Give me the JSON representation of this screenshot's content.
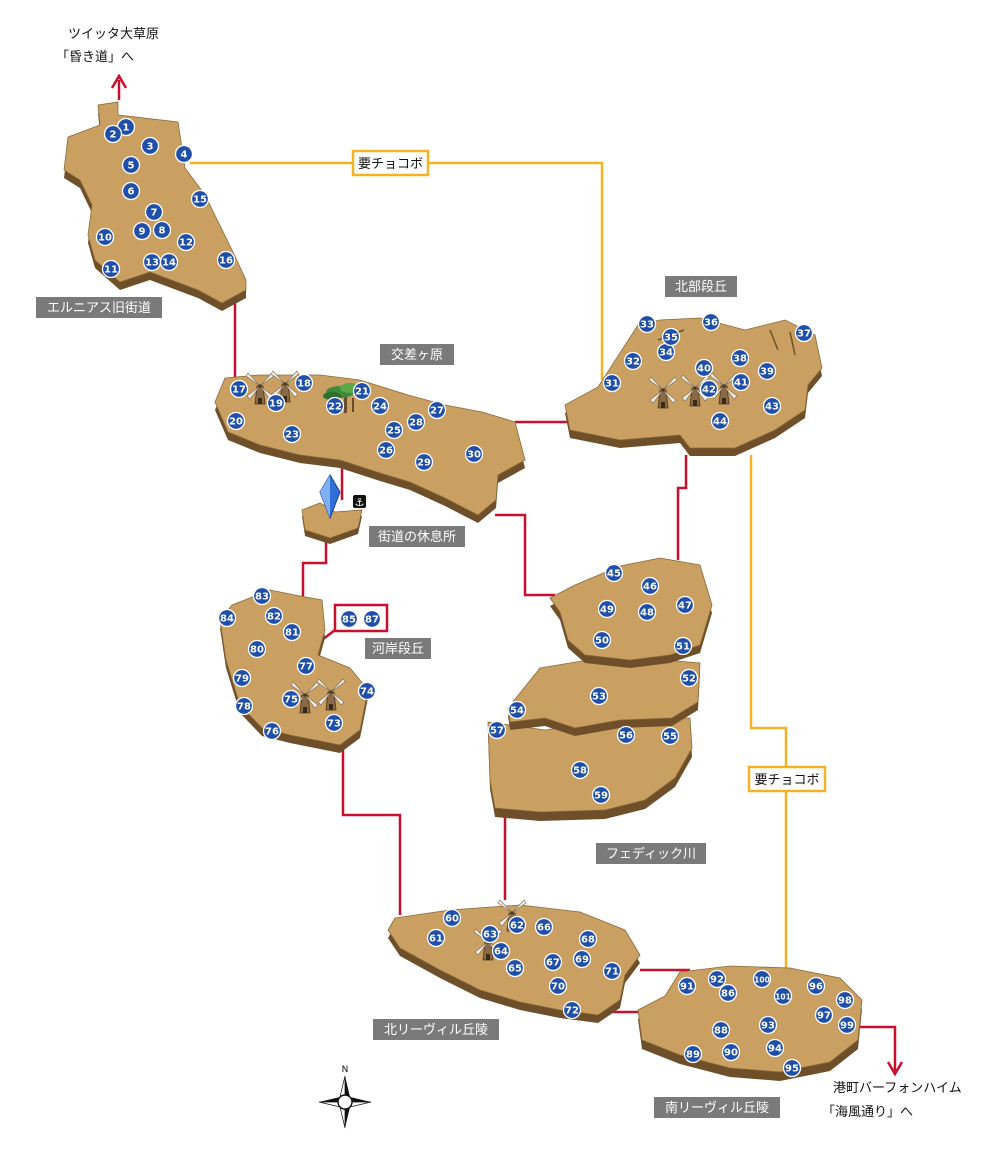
{
  "exits": {
    "north": {
      "line1": "ツイッタ大草原",
      "line2": "「昏き道」へ"
    },
    "southeast": {
      "line1": "港町バーフォンハイム",
      "line2": "「海風通り」へ"
    }
  },
  "chocobo_label": "要チョコボ",
  "regions": {
    "elnias": "エルニアス旧街道",
    "kousa": "交差ヶ原",
    "hokubu": "北部段丘",
    "kaidou": "街道の休息所",
    "kagan": "河岸段丘",
    "fedick": "フェディック川",
    "kitariveal": "北リーヴィル丘陵",
    "minamiriveal": "南リーヴィル丘陵"
  },
  "markers": [
    {
      "n": "1"
    },
    {
      "n": "2"
    },
    {
      "n": "3"
    },
    {
      "n": "4"
    },
    {
      "n": "5"
    },
    {
      "n": "6"
    },
    {
      "n": "7"
    },
    {
      "n": "8"
    },
    {
      "n": "9"
    },
    {
      "n": "10"
    },
    {
      "n": "11"
    },
    {
      "n": "12"
    },
    {
      "n": "13"
    },
    {
      "n": "14"
    },
    {
      "n": "15"
    },
    {
      "n": "16"
    },
    {
      "n": "17"
    },
    {
      "n": "18"
    },
    {
      "n": "19"
    },
    {
      "n": "20"
    },
    {
      "n": "21"
    },
    {
      "n": "22"
    },
    {
      "n": "23"
    },
    {
      "n": "24"
    },
    {
      "n": "25"
    },
    {
      "n": "26"
    },
    {
      "n": "27"
    },
    {
      "n": "28"
    },
    {
      "n": "29"
    },
    {
      "n": "30"
    },
    {
      "n": "31"
    },
    {
      "n": "32"
    },
    {
      "n": "33"
    },
    {
      "n": "34"
    },
    {
      "n": "35"
    },
    {
      "n": "36"
    },
    {
      "n": "37"
    },
    {
      "n": "38"
    },
    {
      "n": "39"
    },
    {
      "n": "40"
    },
    {
      "n": "41"
    },
    {
      "n": "42"
    },
    {
      "n": "43"
    },
    {
      "n": "44"
    },
    {
      "n": "45"
    },
    {
      "n": "46"
    },
    {
      "n": "47"
    },
    {
      "n": "48"
    },
    {
      "n": "49"
    },
    {
      "n": "50"
    },
    {
      "n": "51"
    },
    {
      "n": "52"
    },
    {
      "n": "53"
    },
    {
      "n": "54"
    },
    {
      "n": "55"
    },
    {
      "n": "56"
    },
    {
      "n": "57"
    },
    {
      "n": "58"
    },
    {
      "n": "59"
    },
    {
      "n": "60"
    },
    {
      "n": "61"
    },
    {
      "n": "62"
    },
    {
      "n": "63"
    },
    {
      "n": "64"
    },
    {
      "n": "65"
    },
    {
      "n": "66"
    },
    {
      "n": "67"
    },
    {
      "n": "68"
    },
    {
      "n": "69"
    },
    {
      "n": "70"
    },
    {
      "n": "71"
    },
    {
      "n": "72"
    },
    {
      "n": "73"
    },
    {
      "n": "74"
    },
    {
      "n": "75"
    },
    {
      "n": "76"
    },
    {
      "n": "77"
    },
    {
      "n": "78"
    },
    {
      "n": "79"
    },
    {
      "n": "80"
    },
    {
      "n": "81"
    },
    {
      "n": "82"
    },
    {
      "n": "83"
    },
    {
      "n": "84"
    },
    {
      "n": "85"
    },
    {
      "n": "86"
    },
    {
      "n": "87"
    },
    {
      "n": "88"
    },
    {
      "n": "89"
    },
    {
      "n": "90"
    },
    {
      "n": "91"
    },
    {
      "n": "92"
    },
    {
      "n": "93"
    },
    {
      "n": "94"
    },
    {
      "n": "95"
    },
    {
      "n": "96"
    },
    {
      "n": "97"
    },
    {
      "n": "98"
    },
    {
      "n": "99"
    },
    {
      "n": "100"
    },
    {
      "n": "101"
    }
  ],
  "colors": {
    "land_top": "#c9a062",
    "land_side": "#6e4f2a",
    "marker": "#1f4fa8",
    "route_red": "#c8102e",
    "route_orange": "#f5b225",
    "label_bg": "#7a7a7a"
  },
  "compass": {
    "north_label": "N"
  },
  "icons": [
    "windmill-icon",
    "tree-icon",
    "crystal-icon",
    "anchor-icon",
    "compass-icon"
  ]
}
